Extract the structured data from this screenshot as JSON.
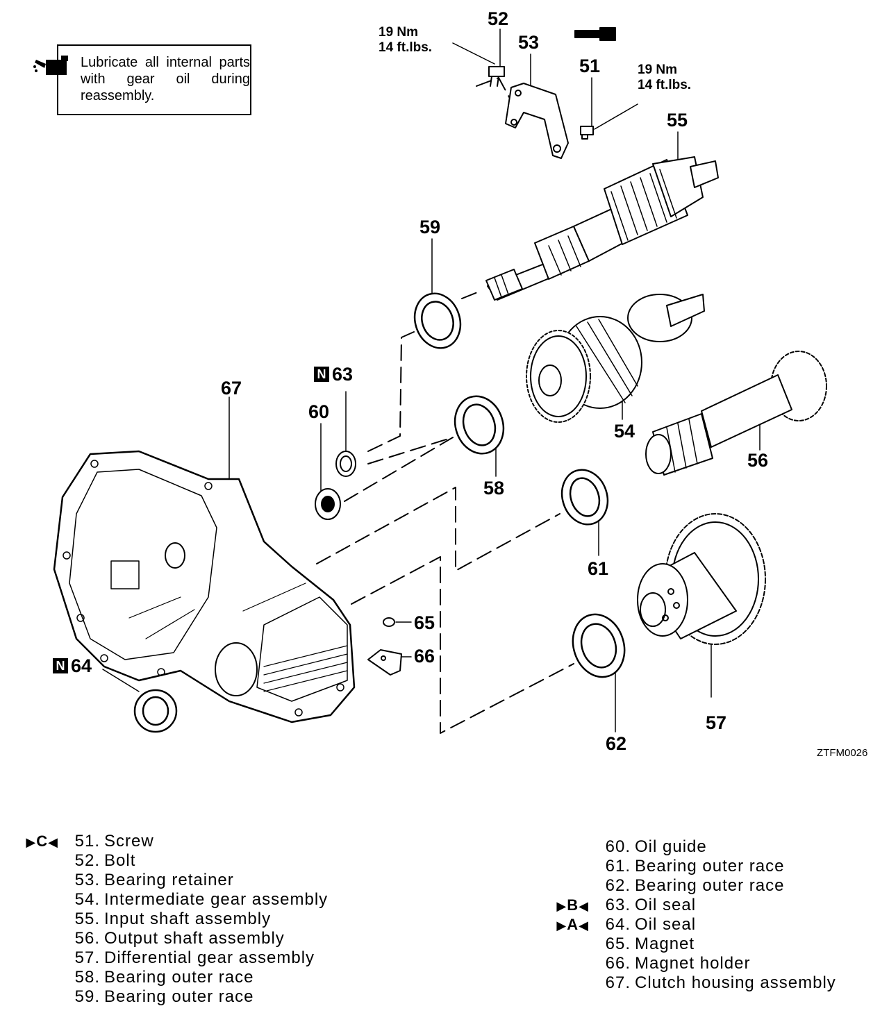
{
  "note": {
    "icon": "oil-can-icon",
    "text": "Lubricate all internal parts with gear oil during reassembly."
  },
  "torque_specs": [
    {
      "text": "19 Nm\n14 ft.lbs."
    },
    {
      "text": "19 Nm\n14 ft.lbs."
    }
  ],
  "new_part_badge": "N",
  "callouts": {
    "51": "51",
    "52": "52",
    "53": "53",
    "54": "54",
    "55": "55",
    "56": "56",
    "57": "57",
    "58": "58",
    "59": "59",
    "60": "60",
    "61": "61",
    "62": "62",
    "63": "63",
    "64": "64",
    "65": "65",
    "66": "66",
    "67": "67"
  },
  "figure_code": "ZTFM0026",
  "legend_left": [
    {
      "num": "51.",
      "name": "Screw",
      "mark": "C"
    },
    {
      "num": "52.",
      "name": "Bolt"
    },
    {
      "num": "53.",
      "name": "Bearing retainer"
    },
    {
      "num": "54.",
      "name": "Intermediate gear assembly"
    },
    {
      "num": "55.",
      "name": "Input shaft assembly"
    },
    {
      "num": "56.",
      "name": "Output shaft assembly"
    },
    {
      "num": "57.",
      "name": "Differential gear assembly"
    },
    {
      "num": "58.",
      "name": "Bearing outer race"
    },
    {
      "num": "59.",
      "name": "Bearing outer race"
    }
  ],
  "legend_right": [
    {
      "num": "60.",
      "name": "Oil guide"
    },
    {
      "num": "61.",
      "name": "Bearing outer race"
    },
    {
      "num": "62.",
      "name": "Bearing outer race"
    },
    {
      "num": "63.",
      "name": "Oil seal",
      "mark": "B"
    },
    {
      "num": "64.",
      "name": "Oil seal",
      "mark": "A"
    },
    {
      "num": "65.",
      "name": "Magnet"
    },
    {
      "num": "66.",
      "name": "Magnet holder"
    },
    {
      "num": "67.",
      "name": "Clutch housing assembly"
    }
  ],
  "install_mark": {
    "left": "▶",
    "right": "◀"
  }
}
